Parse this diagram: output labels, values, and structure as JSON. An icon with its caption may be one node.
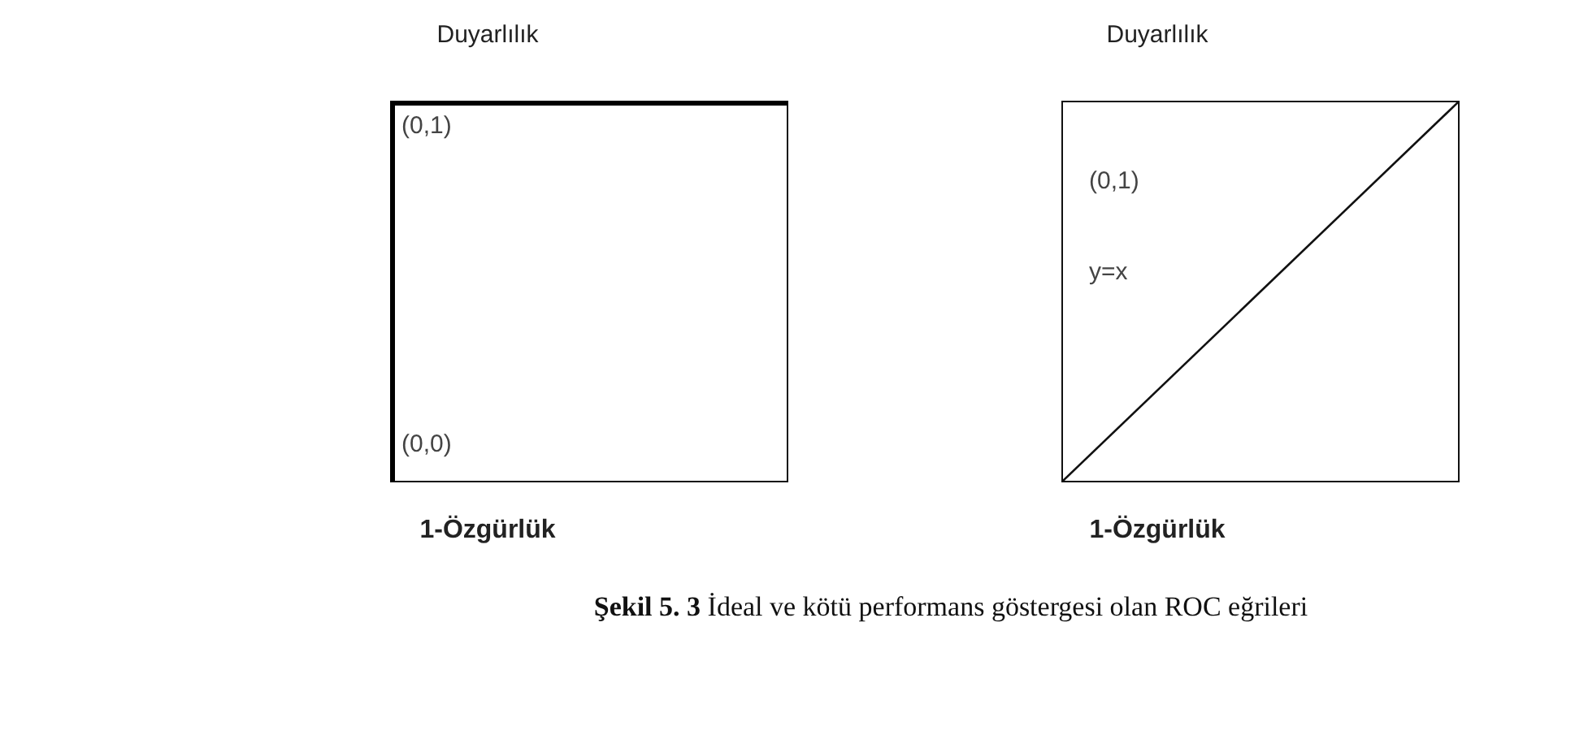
{
  "diagram": {
    "caption": "**Şekil 5. 3** İdeal ve kötü performans göstergesi olan ROC eğrileri",
    "nodes": [
      {
        "text": [
          "(0,1)",
          "(0,0)"
        ]
      },
      {
        "text": [
          "(0,1)",
          "y=x"
        ]
      }
    ],
    "labels": [
      "Duyarlılık",
      "Duyarlılık",
      "1-Özgürlük",
      "1-Özgürlük"
    ]
  }
}
